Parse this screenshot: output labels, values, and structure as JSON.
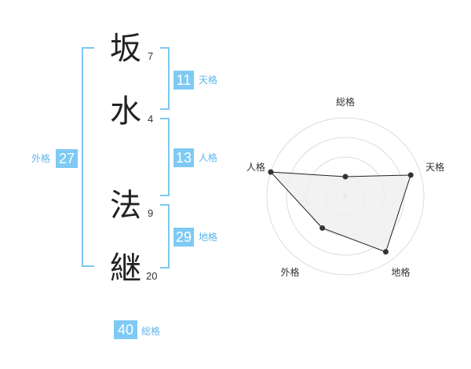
{
  "name": {
    "surname": [
      {
        "char": "坂",
        "strokes": "7"
      },
      {
        "char": "水",
        "strokes": "4"
      }
    ],
    "given": [
      {
        "char": "法",
        "strokes": "9"
      },
      {
        "char": "継",
        "strokes": "20"
      }
    ]
  },
  "fortunes": {
    "tenkaku": {
      "value": "11",
      "label": "天格"
    },
    "jinkaku": {
      "value": "13",
      "label": "人格"
    },
    "chikaku": {
      "value": "29",
      "label": "地格"
    },
    "gaikaku": {
      "value": "27",
      "label": "外格"
    },
    "soukaku": {
      "value": "40",
      "label": "総格"
    }
  },
  "chart_data": {
    "type": "radar",
    "axes": [
      "総格",
      "天格",
      "地格",
      "外格",
      "人格"
    ],
    "rlim": [
      0,
      4
    ],
    "rings": 4,
    "values": [
      1.0,
      3.5,
      3.5,
      2.0,
      4.0
    ],
    "colors": {
      "fill": "#efefef",
      "stroke": "#222222",
      "grid": "#dddddd",
      "point": "#333333",
      "center": "#cccccc"
    }
  },
  "colors": {
    "accent": "#7ecaf4",
    "accent_text": "#5eb6e9"
  }
}
